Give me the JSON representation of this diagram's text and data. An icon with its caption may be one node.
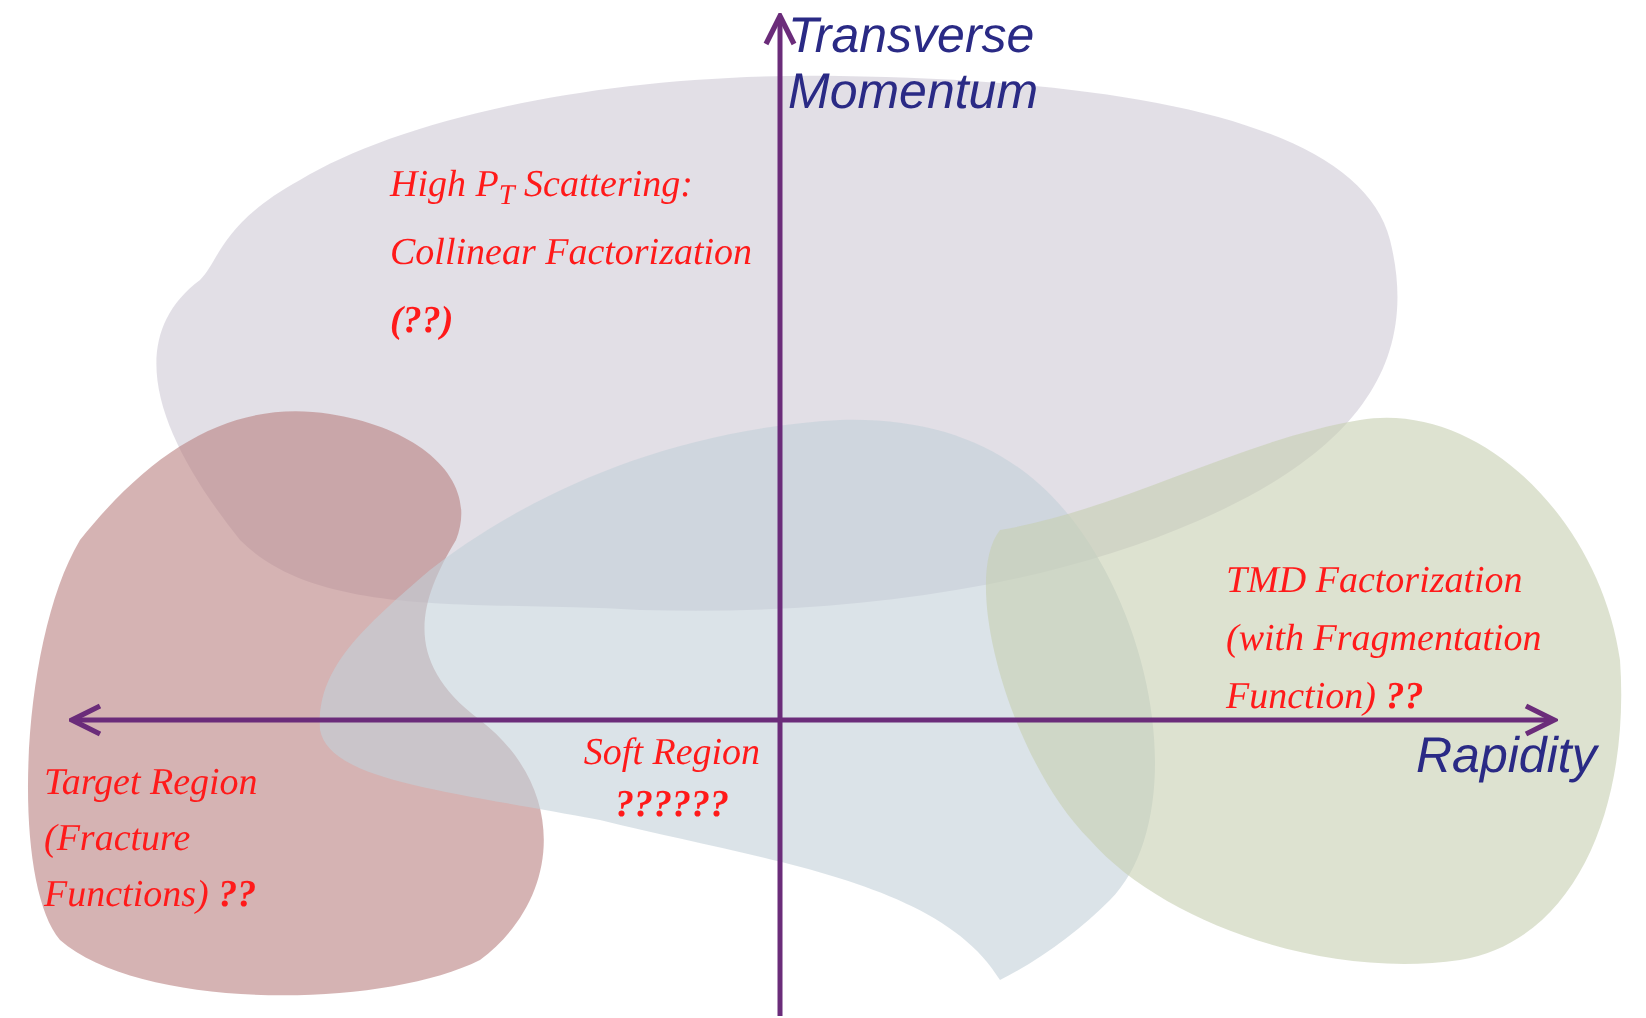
{
  "diagram": {
    "nodes": [
      {
        "text": [
          "High P$_{T}$ Scattering: Collinear Factorization **(??)**"
        ]
      },
      {
        "text": [
          "Target Region (Fracture Functions) **??**"
        ]
      },
      {
        "text": [
          "Soft Region **??????**"
        ]
      },
      {
        "text": [
          "TMD Factorization (with Fragmentation Function) **??**"
        ]
      }
    ],
    "labels": [
      "Transverse Momentum",
      "Rapidity"
    ]
  }
}
